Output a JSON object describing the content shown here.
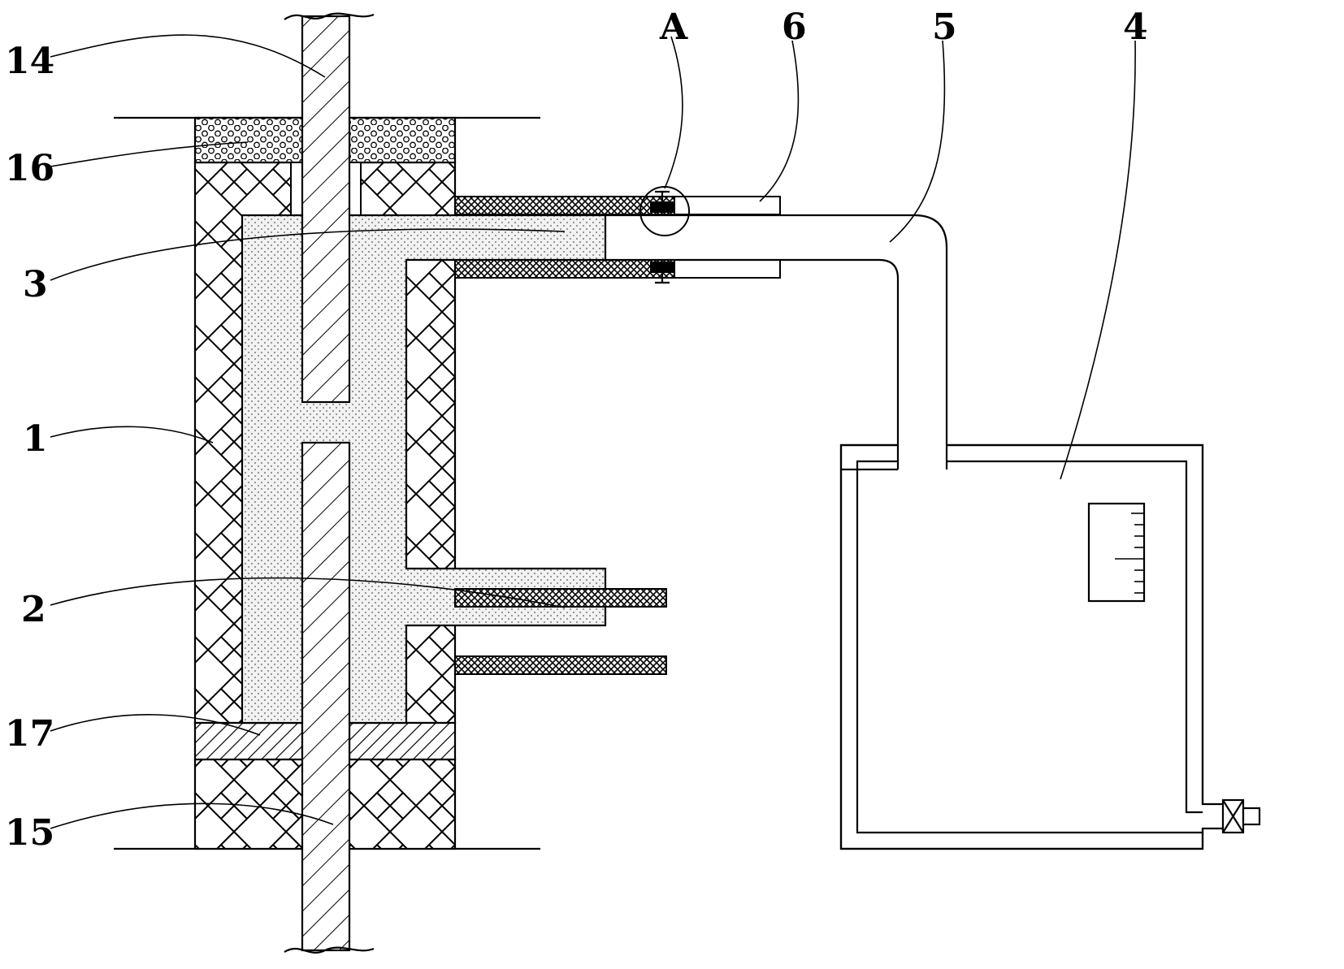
{
  "labels": {
    "l14": "14",
    "l16": "16",
    "l3": "3",
    "l1": "1",
    "l2": "2",
    "l17": "17",
    "l15": "15",
    "lA": "A",
    "l6": "6",
    "l5": "5",
    "l4": "4"
  },
  "colors": {
    "stroke": "#000000",
    "background": "#ffffff",
    "fill": "#f2f2f2"
  }
}
